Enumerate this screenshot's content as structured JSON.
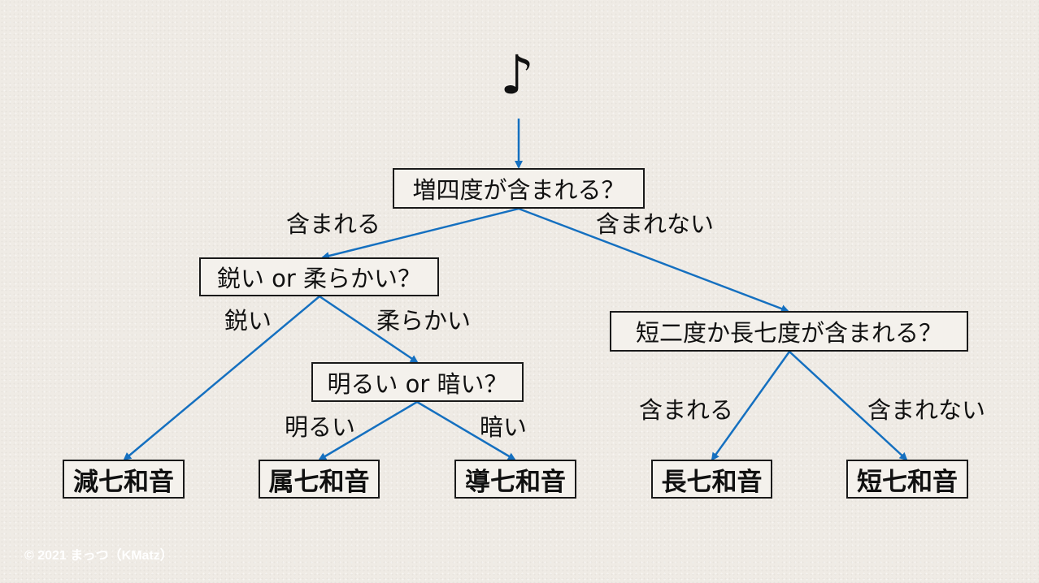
{
  "start": {
    "symbol": "♪",
    "icon": "eighth-note-icon"
  },
  "line_color": "#1570c0",
  "nodes": {
    "q_aug4": "増四度が含まれる？",
    "q_sharp_soft": "鋭い or 柔らかい？",
    "q_bright_dark": "明るい or 暗い？",
    "q_min2_maj7": "短二度か長七度が含まれる？",
    "leaf_dim7": "減七和音",
    "leaf_dom7": "属七和音",
    "leaf_lead7": "導七和音",
    "leaf_maj7": "長七和音",
    "leaf_min7": "短七和音"
  },
  "edges": {
    "aug4_yes": "含まれる",
    "aug4_no": "含まれない",
    "sharp": "鋭い",
    "soft": "柔らかい",
    "bright": "明るい",
    "dark": "暗い",
    "min2_yes": "含まれる",
    "min2_no": "含まれない"
  },
  "credit": "© 2021 まっつ（KMatz）"
}
